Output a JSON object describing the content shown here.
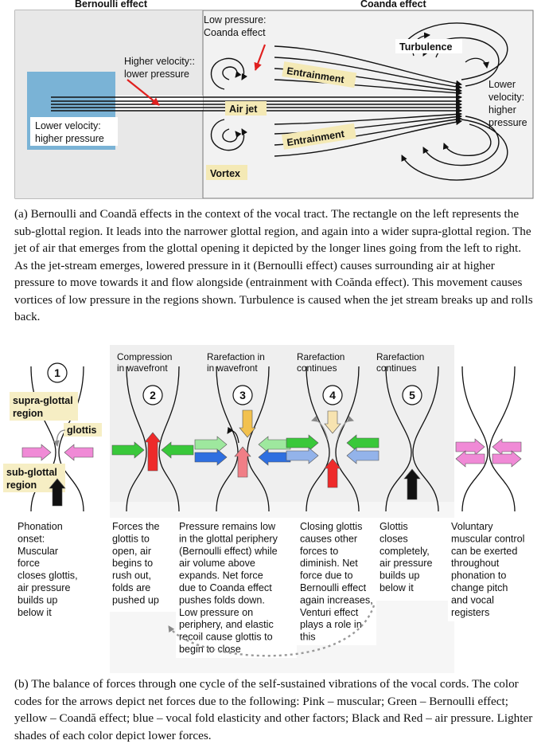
{
  "diagram_a": {
    "header_left": "Bernoulli effect",
    "header_right": "Coanda effect",
    "labels": {
      "low_pressure_1": "Low pressure:",
      "low_pressure_2": "Coanda effect",
      "higher_velocity_1": "Higher velocity::",
      "higher_velocity_2": "lower pressure",
      "turbulence": "Turbulence",
      "entrainment_top": "Entrainment",
      "entrainment_bottom": "Entrainment",
      "air_jet": "Air jet",
      "lower_velocity_left_1": "Lower velocity:",
      "lower_velocity_left_2": "higher pressure",
      "lower_velocity_right_1": "Lower",
      "lower_velocity_right_2": "velocity:",
      "lower_velocity_right_3": "higher",
      "lower_velocity_right_4": "pressure",
      "vortex": "Vortex"
    },
    "caption": "(a) Bernoulli and Coandă effects in the context of the vocal tract. The rectangle on the left represents the sub-glottal region. It leads into the narrower glottal region, and again into a wider supra-glottal region. The jet of air that emerges from the glottal opening it depicted by the longer lines going from the left to right. As the jet-stream emerges, lowered pressure in it (Bernoulli effect) causes surrounding air at higher pressure to move towards it and flow alongside (entrainment with Coănda effect). This movement causes vortices of low pressure in the regions shown. Turbulence is caused when the jet stream breaks up and rolls back."
  },
  "diagram_b": {
    "colors": {
      "pink": "#f08ad6",
      "green": "#39c83a",
      "light_green": "#9ee89e",
      "yellow": "#f2c14e",
      "light_yellow": "#f7e3b0",
      "blue": "#2f6fe0",
      "light_blue": "#93b3ea",
      "red": "#ee2a2a",
      "light_red": "#f07e86",
      "black": "#111111",
      "grey_panel": "#efefef",
      "label_bg": "#f6eec4"
    },
    "stages": [
      {
        "number": "1",
        "heading": [],
        "text": [
          "Phonation",
          "onset:",
          "Muscular",
          "force",
          "closes glottis,",
          "air pressure",
          "builds up",
          "below it"
        ]
      },
      {
        "number": "2",
        "heading": [
          "Compression",
          "in wavefront"
        ],
        "text": [
          "Forces the",
          "glottis to",
          "open, air",
          "begins to",
          "rush out,",
          "folds are",
          "pushed up"
        ]
      },
      {
        "number": "3",
        "heading": [
          "Rarefaction in",
          "in wavefront"
        ],
        "text": [
          "Pressure remains low",
          "in the glottal periphery",
          "(Bernoulli effect) while",
          "air volume above",
          "expands. Net force",
          "due to Coanda effect",
          "pushes folds down.",
          "Low pressure on",
          "periphery, and elastic",
          "recoil cause glottis to",
          "begin to close"
        ]
      },
      {
        "number": "4",
        "heading": [
          "Rarefaction",
          "continues"
        ],
        "text": [
          "Closing glottis",
          "causes other",
          "forces to",
          "diminish. Net",
          "force due to",
          "Bernoulli effect",
          "again increases,",
          "Venturi effect",
          "plays a role in",
          "this"
        ]
      },
      {
        "number": "5",
        "heading": [
          "Rarefaction",
          "continues"
        ],
        "text": [
          "Glottis",
          "closes",
          "completely,",
          "air pressure",
          "builds up",
          "below it"
        ]
      },
      {
        "number": "",
        "heading": [],
        "text": [
          "Voluntary",
          "muscular control",
          "can be exerted",
          "throughout",
          "phonation to",
          "change pitch",
          "and vocal",
          "registers"
        ]
      }
    ],
    "region_labels": {
      "supra_1": "supra-glottal",
      "supra_2": "region",
      "glottis": "glottis",
      "sub_1": "sub-glottal",
      "sub_2": "region"
    },
    "caption": "(b) The balance of forces through one cycle of the self-sustained vibrations of the vocal cords. The color codes for the arrows depict net forces due to the following: Pink – muscular; Green – Bernoulli effect; yellow – Coandă effect; blue – vocal fold elasticity and other factors; Black and Red – air pressure. Lighter shades of each color depict lower forces."
  }
}
